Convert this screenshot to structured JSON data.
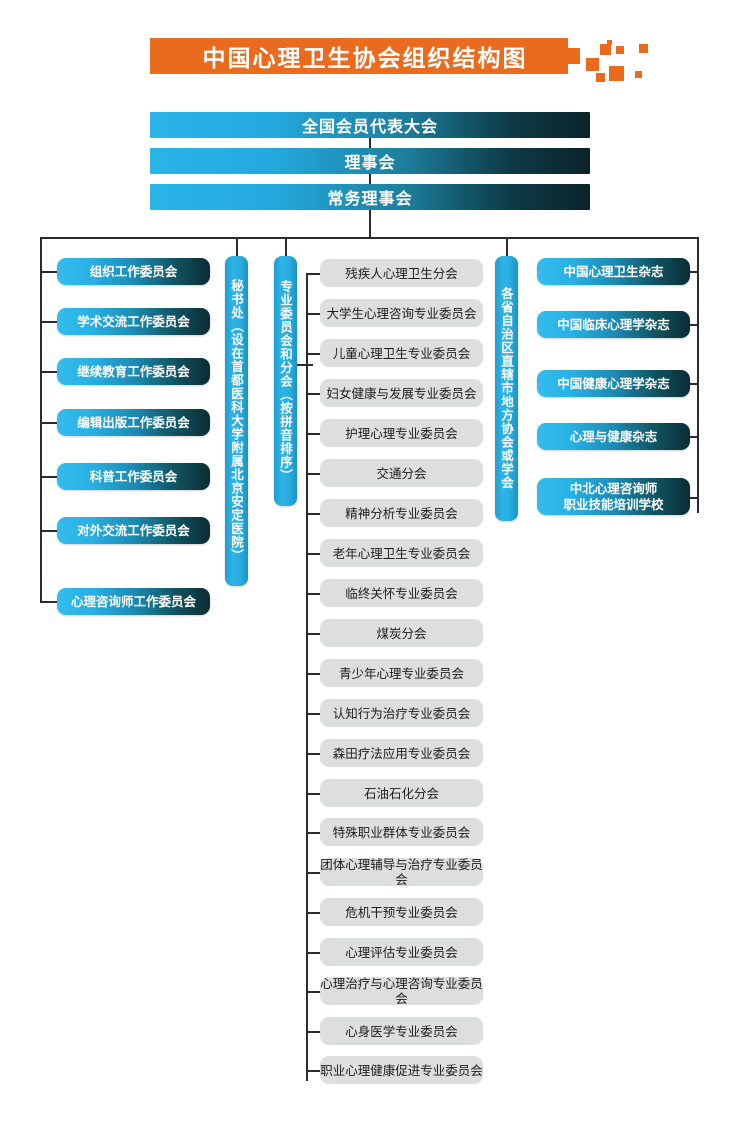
{
  "title": {
    "text": "中国心理卫生协会组织结构图",
    "accent_color": "#ea6a1e"
  },
  "colors": {
    "bar_gradient_start": "#2ab4e8",
    "bar_gradient_end": "#0a2429",
    "vbar_blue": "#2aade0",
    "gray_box": "#dcdfde",
    "line": "#2b2b2b"
  },
  "top_chain": [
    {
      "label": "全国会员代表大会"
    },
    {
      "label": "理事会"
    },
    {
      "label": "常务理事会"
    }
  ],
  "columns": {
    "left": {
      "group_label": null,
      "items": [
        {
          "label": "组织工作委员会"
        },
        {
          "label": "学术交流工作委员会"
        },
        {
          "label": "继续教育工作委员会"
        },
        {
          "label": "编辑出版工作委员会"
        },
        {
          "label": "科普工作委员会"
        },
        {
          "label": "对外交流工作委员会"
        },
        {
          "label": "心理咨询师工作委员会"
        }
      ]
    },
    "secretariat": {
      "label": "秘书处（设在首都医科大学附属北京安定医院）"
    },
    "middle": {
      "group_label": "专业委员会和分会（按拼音排序）",
      "items": [
        {
          "label": "残疾人心理卫生分会"
        },
        {
          "label": "大学生心理咨询专业委员会"
        },
        {
          "label": "儿童心理卫生专业委员会"
        },
        {
          "label": "妇女健康与发展专业委员会"
        },
        {
          "label": "护理心理专业委员会"
        },
        {
          "label": "交通分会"
        },
        {
          "label": "精神分析专业委员会"
        },
        {
          "label": "老年心理卫生专业委员会"
        },
        {
          "label": "临终关怀专业委员会"
        },
        {
          "label": "煤炭分会"
        },
        {
          "label": "青少年心理专业委员会"
        },
        {
          "label": "认知行为治疗专业委员会"
        },
        {
          "label": "森田疗法应用专业委员会"
        },
        {
          "label": "石油石化分会"
        },
        {
          "label": "特殊职业群体专业委员会"
        },
        {
          "label": "团体心理辅导与治疗专业委员会"
        },
        {
          "label": "危机干预专业委员会"
        },
        {
          "label": "心理评估专业委员会"
        },
        {
          "label": "心理治疗与心理咨询专业委员会"
        },
        {
          "label": "心身医学专业委员会"
        },
        {
          "label": "职业心理健康促进专业委员会"
        }
      ]
    },
    "provinces": {
      "label": "各省自治区直辖市地方协会或学会"
    },
    "right": {
      "group_label": null,
      "items": [
        {
          "label": "中国心理卫生杂志"
        },
        {
          "label": "中国临床心理学杂志"
        },
        {
          "label": "中国健康心理学杂志"
        },
        {
          "label": "心理与健康杂志"
        },
        {
          "label": "中北心理咨询师\n职业技能培训学校"
        }
      ]
    }
  }
}
